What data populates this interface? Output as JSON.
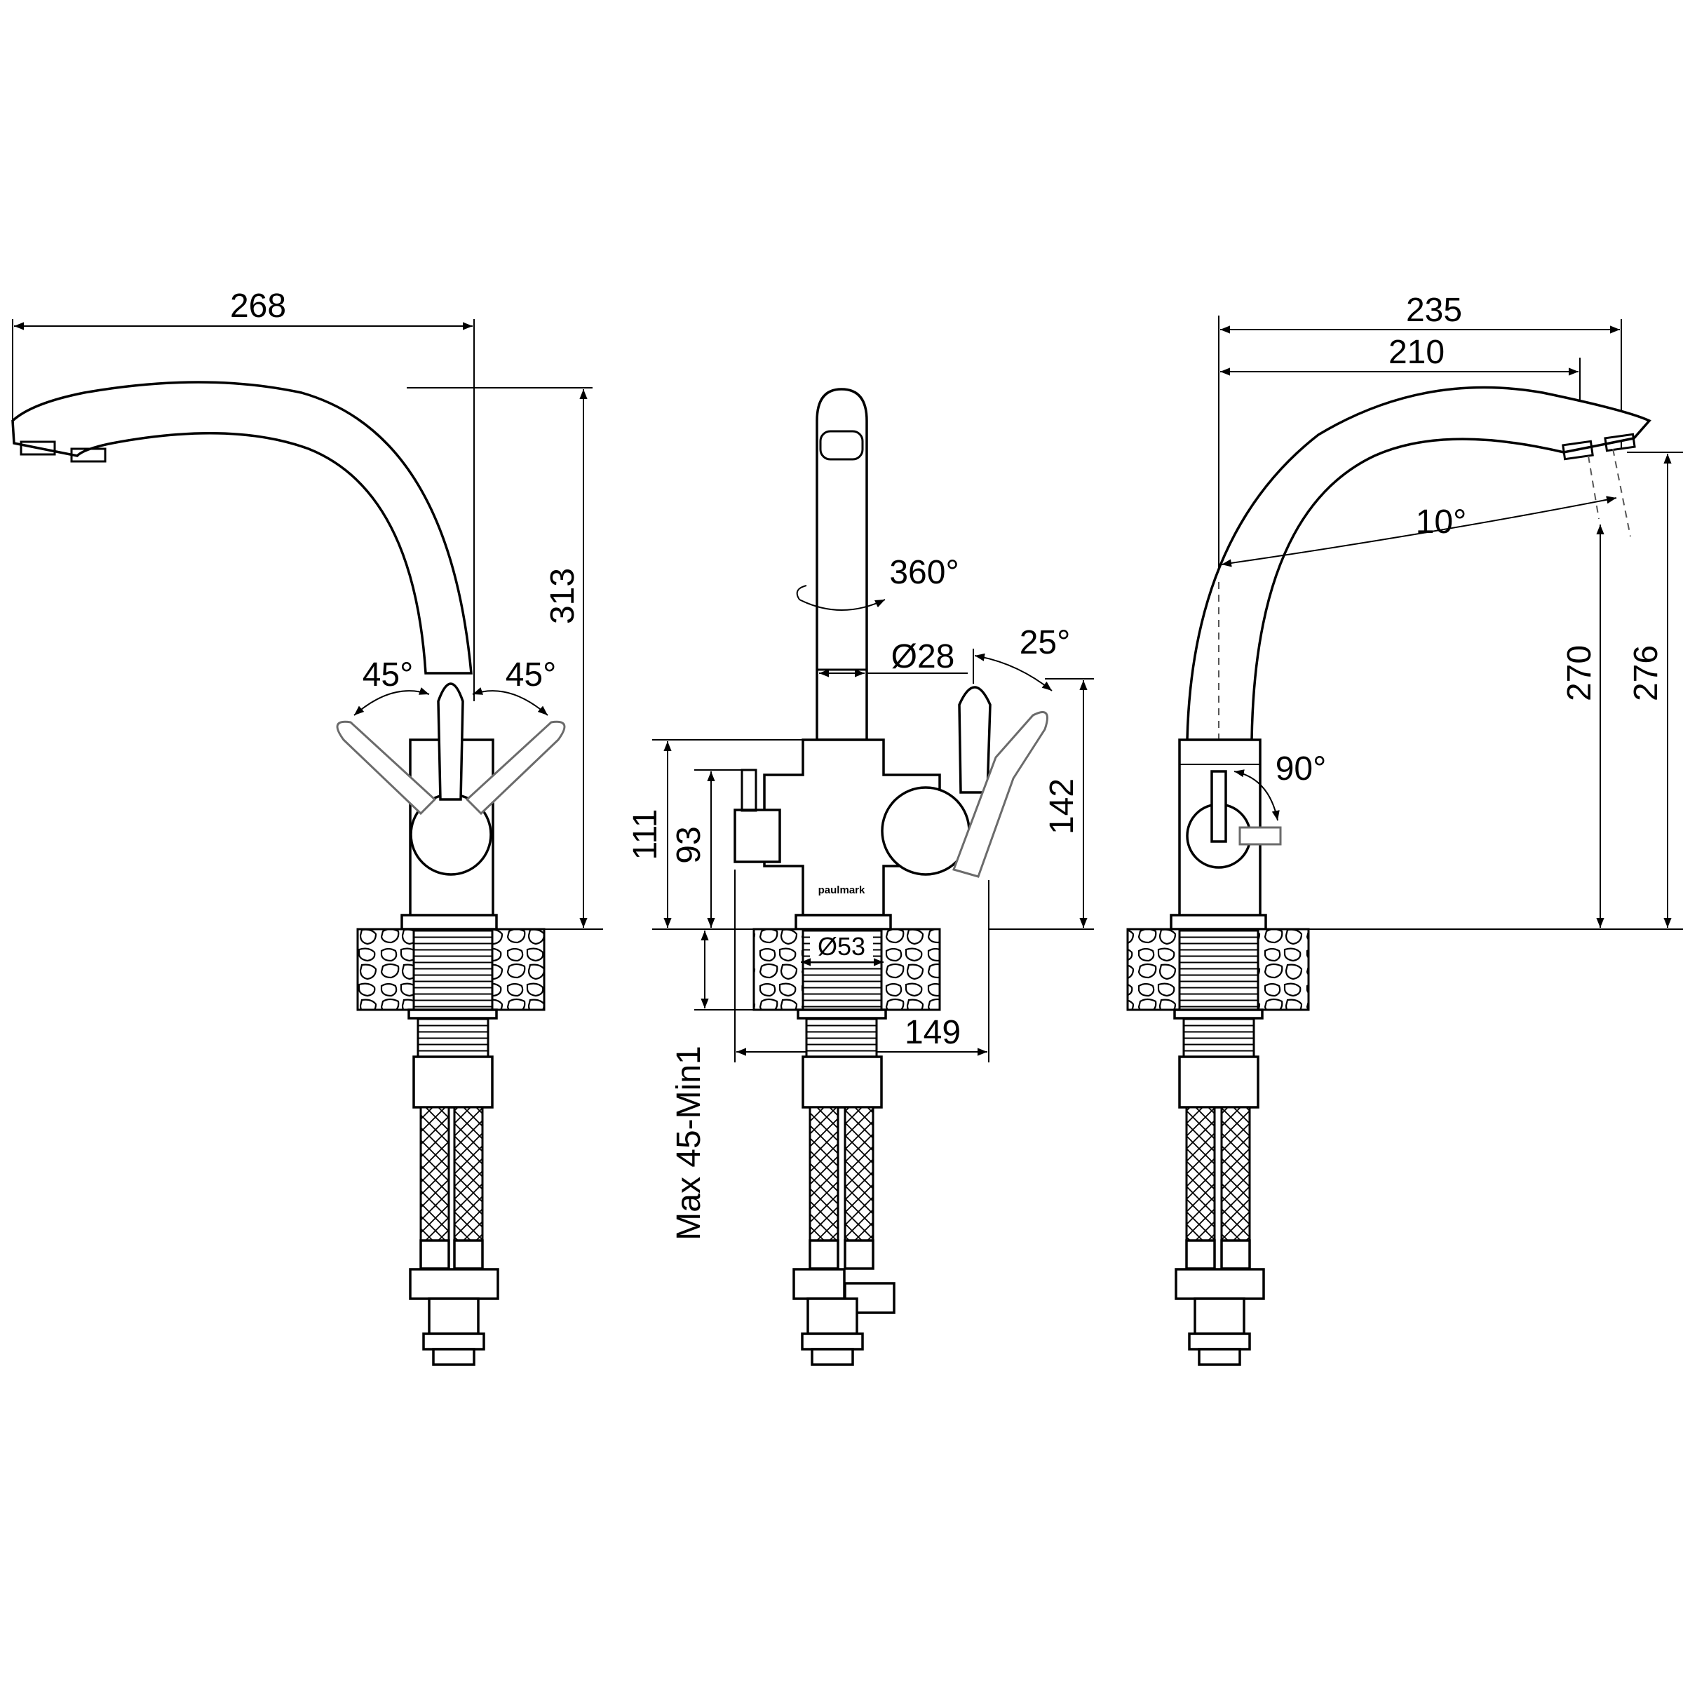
{
  "views": {
    "left": {
      "width_label": "268",
      "height_label": "313",
      "angle_left_label": "45°",
      "angle_right_label": "45°"
    },
    "center": {
      "rotation_label": "360°",
      "diameter_top_label": "Ø28",
      "angle_label": "25°",
      "height_a_label": "111",
      "height_b_label": "93",
      "height_c_label": "142",
      "base_diameter_label": "Ø53",
      "width_label": "149",
      "counter_label": "Max 45-Min1",
      "brand_label": "paulmark"
    },
    "right": {
      "width_outer_label": "235",
      "width_inner_label": "210",
      "tilt_label": "10°",
      "lever_label": "90°",
      "height_a_label": "270",
      "height_b_label": "276"
    }
  },
  "colors": {
    "line": "#000000",
    "lever_gray": "#6b6b6b",
    "background": "#ffffff"
  }
}
